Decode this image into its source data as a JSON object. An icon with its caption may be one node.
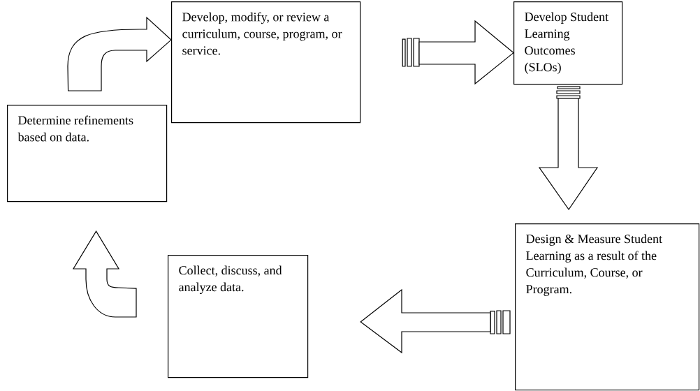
{
  "diagram": {
    "nodes": [
      {
        "text": [
          "Develop, modify, or review a curriculum, course, program, or service."
        ]
      },
      {
        "text": [
          "Develop Student Learning Outcomes (SLOs)"
        ]
      },
      {
        "text": [
          "Design & Measure Student Learning as a result of the Curriculum, Course, or Program."
        ]
      },
      {
        "text": [
          "Collect, discuss, and analyze data."
        ]
      },
      {
        "text": [
          "Determine refinements based on data."
        ]
      }
    ],
    "edges": [
      {
        "from": 4,
        "to": 0,
        "arrow": "to"
      },
      {
        "from": 0,
        "to": 1,
        "arrow": "to"
      },
      {
        "from": 1,
        "to": 2,
        "arrow": "to"
      },
      {
        "from": 2,
        "to": 3,
        "arrow": "to"
      },
      {
        "from": 3,
        "to": 4,
        "arrow": "to"
      }
    ]
  }
}
